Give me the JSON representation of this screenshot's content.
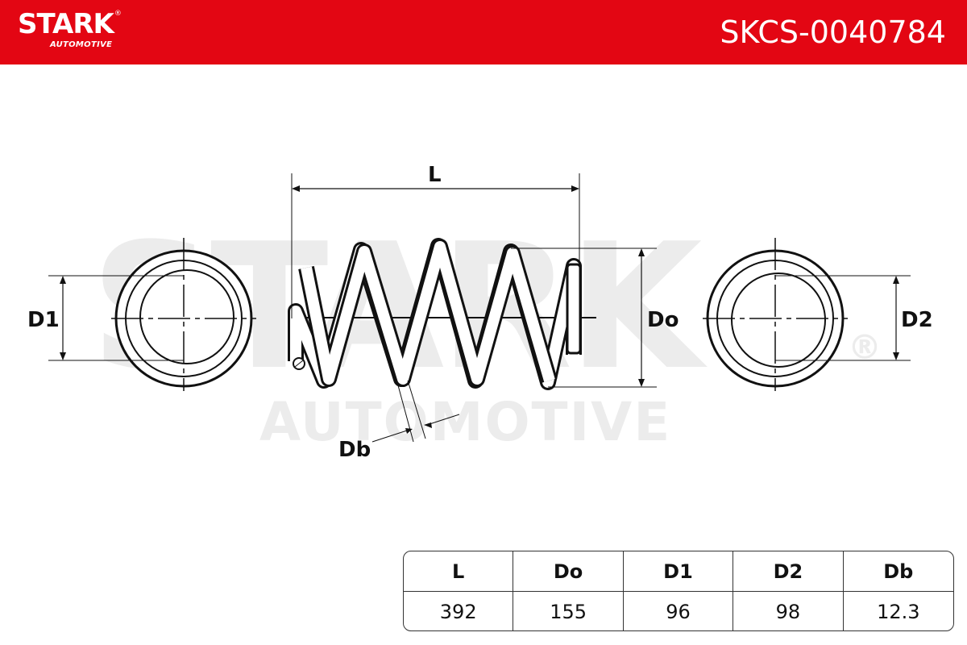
{
  "header": {
    "brand": "STARK",
    "brand_reg": "®",
    "brand_sub": "AUTOMOTIVE",
    "part_number": "SKCS-0040784",
    "bg_color": "#e30613"
  },
  "watermark": {
    "main": "STARK",
    "sub": "AUTOMOTIVE",
    "reg": "®"
  },
  "diagram": {
    "labels": {
      "length": "L",
      "outer_diameter": "Do",
      "end_diameter_1": "D1",
      "end_diameter_2": "D2",
      "wire_diameter": "Db"
    }
  },
  "spec_table": {
    "headers": [
      "L",
      "Do",
      "D1",
      "D2",
      "Db"
    ],
    "values": [
      "392",
      "155",
      "96",
      "98",
      "12.3"
    ]
  }
}
